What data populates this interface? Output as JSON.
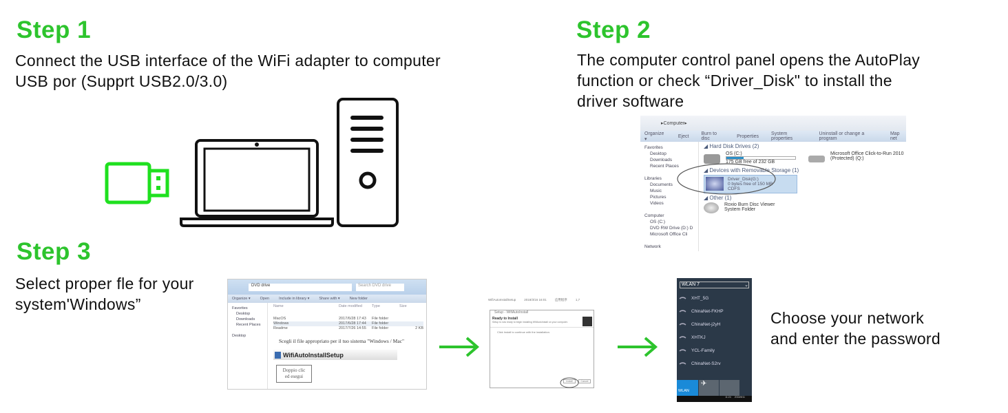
{
  "colors": {
    "accent": "#2dc42d"
  },
  "step1": {
    "title": "Step 1",
    "text": [
      "Connect the USB interface of the WiFi adapter to computer",
      "USB por (Supprt USB2.0/3.0)"
    ]
  },
  "step2": {
    "title": "Step 2",
    "text": [
      "The computer control panel opens the AutoPlay",
      "function or check “Driver_Disk\" to install the",
      "driver software"
    ],
    "explorer": {
      "breadcrumb": "Computer",
      "toolbar": [
        "Organize ▾",
        "Eject",
        "Burn to disc",
        "Properties",
        "System properties",
        "Uninstall or change a program",
        "Map net"
      ],
      "sidebar": [
        "Favorites",
        "Desktop",
        "Downloads",
        "Recent Places",
        "",
        "Libraries",
        "Documents",
        "Music",
        "Pictures",
        "Videos",
        "",
        "Computer",
        "OS (C:)",
        "DVD RW Drive (D:) D",
        "Microsoft Office Cli",
        "",
        "Network"
      ],
      "hdd_header": "Hard Disk Drives (2)",
      "os_name": "OS (C:)",
      "os_free": "175 GB free of 232 GB",
      "os_used_fraction": 0.25,
      "office_name": "Microsoft Office Click-to-Run 2010",
      "office_sub": "(Protected) (Q:)",
      "removable_header": "Devices with Removable Storage (1)",
      "disk_name": "Driver_Disk(G:)",
      "disk_free": "0 bytes free of 150 MB",
      "disk_fs": "CDFS",
      "other_header": "Other (1)",
      "roxio_name": "Roxio Burn Disc Viewer",
      "roxio_sub": "System Folder"
    }
  },
  "step3": {
    "title": "Step 3",
    "text": [
      "Select proper fle for your",
      "system'Windows”"
    ],
    "dvd": {
      "breadcrumb": "DVD drive",
      "search_placeholder": "Search DVD drive",
      "toolbar": [
        "Organize ▾",
        "Open",
        "Include in library ▾",
        "Share with ▾",
        "New folder"
      ],
      "sidebar": [
        "Favorites",
        "Desktop",
        "Downloads",
        "Recent Places",
        "",
        "Desktop"
      ],
      "columns": [
        "Name",
        "Date modified",
        "Type",
        "Size"
      ],
      "rows": [
        [
          "MacOS",
          "2017/6/28 17:43",
          "File folder",
          ""
        ],
        [
          "Windows",
          "2017/6/28 17:44",
          "File folder",
          ""
        ],
        [
          "Readme",
          "2017/7/26 14:55",
          "File folder",
          "2 KB"
        ]
      ],
      "instruction": "Scegli il file appropriato per il tuo sistema \"Windows / Mac\"",
      "setup_label": "WifiAutoInstallSetup",
      "callout": [
        "Doppio clic",
        "ed esegui"
      ]
    },
    "setup": {
      "file_row": [
        "WifiAutoInstallSetup",
        "2018/3/16 16:01",
        "应用程序",
        "1,7"
      ],
      "window_title": "Setup - WifiAutoInstall",
      "heading": "Ready to Install",
      "subheading": "Setup is now ready to begin installing WifiAutoInstall on your computer.",
      "body": "Click Install to continue with the installation.",
      "install": "Install",
      "cancel": "Cancel"
    },
    "wlan": {
      "adapter": "WLAN 7",
      "networks": [
        "XHT_5G",
        "ChinaNet-FKHP",
        "ChinaNet-j2yH",
        "XHTKJ",
        "YCL-Family",
        "ChinaNet-S2rv"
      ],
      "tile_wlan": "WLAN",
      "time": "11:24",
      "date": "2018/8/11"
    },
    "final": [
      "Choose your network",
      "and enter the password"
    ]
  }
}
